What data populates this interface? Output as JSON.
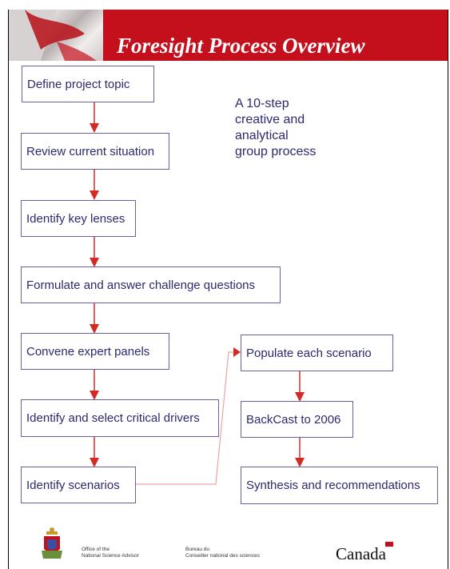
{
  "header": {
    "title": "Foresight Process Overview"
  },
  "note": {
    "lines": [
      "A 10-step",
      "creative and",
      "analytical",
      "group process"
    ]
  },
  "steps": {
    "left": [
      "Define project topic",
      "Review current situation",
      "Identify key lenses",
      "Formulate and answer challenge questions",
      "Convene expert panels",
      "Identify and select critical drivers",
      "Identify scenarios"
    ],
    "right": [
      "Populate each scenario",
      "BackCast to 2006",
      "Synthesis and recommendations"
    ]
  },
  "footer": {
    "office_en": [
      "Office of the",
      "National Science Advisor"
    ],
    "office_fr": [
      "Bureau du",
      "Conseiller national des sciences"
    ],
    "wordmark": "Canada"
  },
  "colors": {
    "header_bg": "#c4101c",
    "box_border": "#6b5fa0",
    "text": "#2c2a6e",
    "arrow": "#d42a25"
  }
}
